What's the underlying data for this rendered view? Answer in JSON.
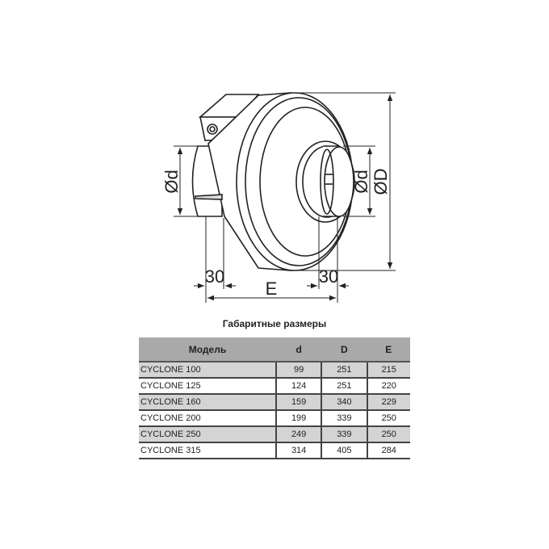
{
  "drawing": {
    "labels": {
      "d_left": "Ød",
      "d_right": "Ød",
      "D_right": "ØD",
      "offset_left": "30",
      "offset_right": "30",
      "length": "E"
    }
  },
  "table": {
    "title": "Габаритные размеры",
    "headers": [
      "Модель",
      "d",
      "D",
      "E"
    ],
    "rows": [
      [
        "CYCLONE 100",
        "99",
        "251",
        "215"
      ],
      [
        "CYCLONE 125",
        "124",
        "251",
        "220"
      ],
      [
        "CYCLONE 160",
        "159",
        "340",
        "229"
      ],
      [
        "CYCLONE 200",
        "199",
        "339",
        "250"
      ],
      [
        "CYCLONE 250",
        "249",
        "339",
        "250"
      ],
      [
        "CYCLONE 315",
        "314",
        "405",
        "284"
      ]
    ]
  }
}
